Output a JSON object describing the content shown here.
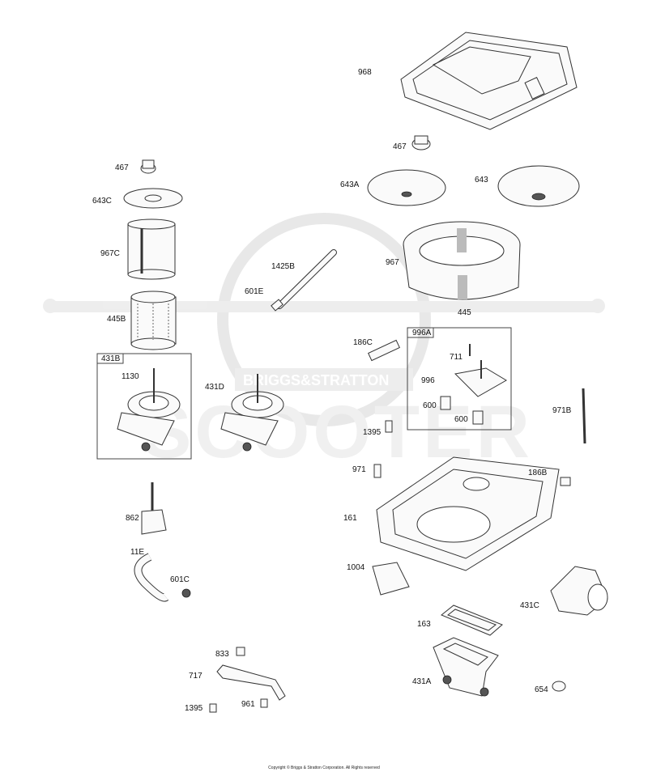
{
  "labels": {
    "p968": "968",
    "p467a": "467",
    "p467b": "467",
    "p643c": "643C",
    "p643a": "643A",
    "p643": "643",
    "p967c": "967C",
    "p1425b": "1425B",
    "p967": "967",
    "p601e": "601E",
    "p445b": "445B",
    "p445": "445",
    "p431b": "431B",
    "p1130": "1130",
    "p431d": "431D",
    "p186c": "186C",
    "p996a": "996A",
    "p711": "711",
    "p996": "996",
    "p600a": "600",
    "p600b": "600",
    "p1395a": "1395",
    "p971b": "971B",
    "p971": "971",
    "p186b": "186B",
    "p862": "862",
    "p161": "161",
    "p11e": "11E",
    "p601c": "601C",
    "p1004": "1004",
    "p431c": "431C",
    "p163": "163",
    "p833": "833",
    "p717": "717",
    "p431a": "431A",
    "p654": "654",
    "p1395b": "1395",
    "p961": "961"
  },
  "watermark": {
    "brand": "BRIGGS&STRATTON",
    "text": "SCOOTER"
  },
  "copyright": "Copyright © Briggs & Stratton Corporation. All Rights reserved"
}
